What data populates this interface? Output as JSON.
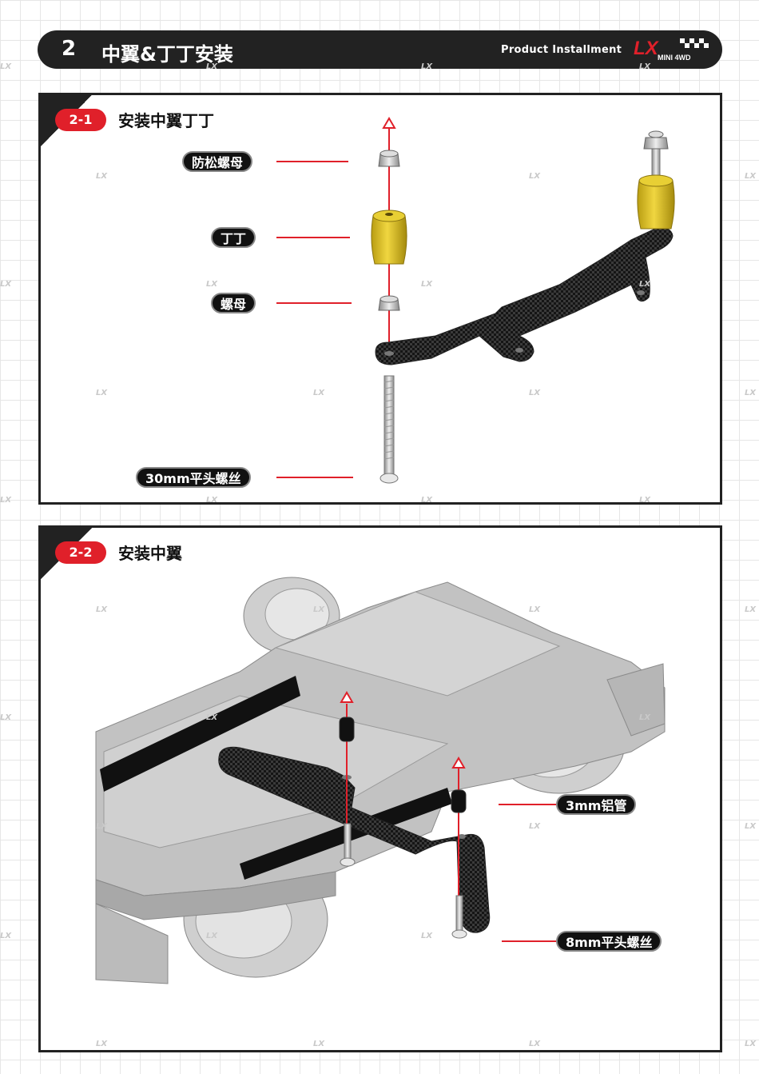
{
  "header": {
    "number": "2",
    "title": "中翼&丁丁安装",
    "subtitle": "Product Installment",
    "logo_mark": "LX",
    "logo_text": "MINI 4WD"
  },
  "step1": {
    "badge": "2-1",
    "title": "安装中翼丁丁",
    "labels": {
      "lock_nut": "防松螺母",
      "dingding": "丁丁",
      "nut": "螺母",
      "screw": "30mm平头螺丝"
    }
  },
  "step2": {
    "badge": "2-2",
    "title": "安装中翼",
    "labels": {
      "tube": "3mm铝管",
      "screw": "8mm平头螺丝"
    }
  },
  "colors": {
    "accent": "#e0202a",
    "dark": "#222222",
    "roller": "#e3c62a",
    "carbon": "#1b1b1b",
    "chassis": "#bdbdbd"
  },
  "watermark": "LX"
}
